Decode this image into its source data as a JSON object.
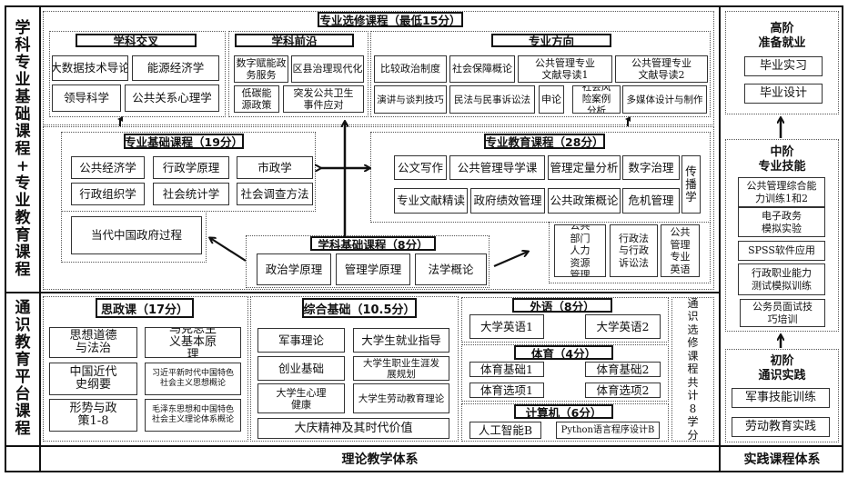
{
  "left_labels": {
    "top": [
      "学",
      "科",
      "专",
      "业",
      "基",
      "础",
      "课",
      "程",
      "+",
      "专",
      "业",
      "教",
      "育",
      "课",
      "程"
    ],
    "bottom": [
      "通",
      "识",
      "教",
      "育",
      "平",
      "台",
      "课",
      "程"
    ]
  },
  "footer": {
    "theory": "理论教学体系",
    "practice": "实践课程体系"
  },
  "electives": {
    "title": "专业选修课程（最低15分）",
    "cross": {
      "title": "学科交叉",
      "items": [
        "大数据技术导论",
        "能源经济学",
        "领导科学",
        "公共关系心理学"
      ]
    },
    "frontier": {
      "title": "学科前沿",
      "items": [
        "数字赋能政务服务",
        "区县治理现代化",
        "低碳能源政策",
        "突发公共卫生事件应对"
      ]
    },
    "direction": {
      "title": "专业方向",
      "items": [
        "比较政治制度",
        "社会保障概论",
        "公共管理专业文献导读1",
        "公共管理专业文献导读2",
        "演讲与谈判技巧",
        "民法与民事诉讼法",
        "申论",
        "社会风险案例分析",
        "多媒体设计与制作"
      ]
    }
  },
  "major_basic": {
    "title": "专业基础课程（19分）",
    "items": [
      "公共经济学",
      "行政学原理",
      "市政学",
      "行政组织学",
      "社会统计学",
      "社会调查方法",
      "当代中国政府过程"
    ]
  },
  "major_edu": {
    "title": "专业教育课程（28分）",
    "items": [
      "公文写作",
      "公共管理导学课",
      "管理定量分析",
      "数字治理",
      "传播学",
      "专业文献精读",
      "政府绩效管理",
      "公共政策概论",
      "危机管理",
      "公共部门人力资源管理",
      "行政法与行政诉讼法",
      "公共管理专业英语"
    ]
  },
  "discipline_basic": {
    "title": "学科基础课程（8分）",
    "items": [
      "政治学原理",
      "管理学原理",
      "法学概论"
    ]
  },
  "ideology": {
    "title": "思政课（17分）",
    "items": [
      "思想道德与法治",
      "马克思主义基本原理",
      "中国近代史纲要",
      "习近平新时代中国特色社会主义思想概论",
      "形势与政策1-8",
      "毛泽东思想和中国特色社会主义理论体系概论"
    ]
  },
  "general": {
    "title": "综合基础（10.5分）",
    "items": [
      "军事理论",
      "大学生就业指导",
      "创业基础",
      "大学生职业生涯发展规划",
      "大学生心理健康",
      "大学生劳动教育理论",
      "大庆精神及其时代价值"
    ]
  },
  "language": {
    "title": "外语（8分）",
    "items": [
      "大学英语1",
      "大学英语2"
    ]
  },
  "pe": {
    "title": "体育（4分）",
    "items": [
      "体育基础1",
      "体育基础2",
      "体育选项1",
      "体育选项2"
    ]
  },
  "computer": {
    "title": "计算机（6分）",
    "items": [
      "人工智能B",
      "Python语言程序设计B"
    ]
  },
  "general_elective": {
    "chars": [
      "通",
      "识",
      "选",
      "修",
      "课",
      "程",
      "共",
      "计",
      "8",
      "学",
      "分"
    ]
  },
  "practice": {
    "high": {
      "title_line1": "高阶",
      "title_line2": "准备就业",
      "items": [
        "毕业实习",
        "毕业设计"
      ]
    },
    "mid": {
      "title_line1": "中阶",
      "title_line2": "专业技能",
      "items": [
        "公共管理综合能力训练1和2",
        "电子政务模拟实验",
        "SPSS软件应用",
        "行政职业能力测试模拟训练",
        "公务员面试技巧培训"
      ]
    },
    "low": {
      "title_line1": "初阶",
      "title_line2": "通识实践",
      "items": [
        "军事技能训练",
        "劳动教育实践"
      ]
    }
  }
}
